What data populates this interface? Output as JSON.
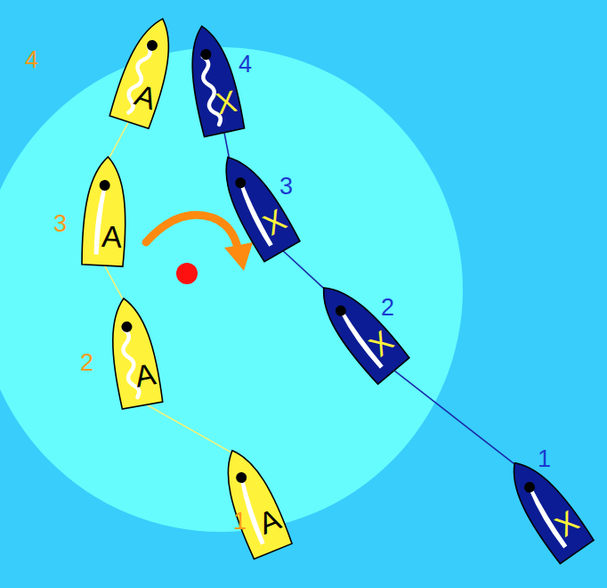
{
  "diagram": {
    "nodes": [
      {
        "text": [
          "A"
        ]
      },
      {
        "text": [
          "X"
        ]
      },
      {
        "text": [
          "X"
        ]
      },
      {
        "text": [
          "A"
        ]
      },
      {
        "text": [
          "X"
        ]
      },
      {
        "text": [
          "A"
        ]
      },
      {
        "text": [
          "A"
        ]
      },
      {
        "text": [
          "X"
        ]
      }
    ],
    "edges": [
      {
        "from": 6,
        "to": 5,
        "arrow": "none"
      },
      {
        "from": 5,
        "to": 3,
        "arrow": "none"
      },
      {
        "from": 3,
        "to": 0,
        "arrow": "none"
      },
      {
        "from": 7,
        "to": 4,
        "arrow": "none"
      },
      {
        "from": 4,
        "to": 2,
        "arrow": "none"
      },
      {
        "from": 2,
        "to": 1,
        "arrow": "none"
      }
    ],
    "labels": [
      "4",
      "4",
      "3",
      "3",
      "2",
      "2",
      "1",
      "1"
    ]
  }
}
